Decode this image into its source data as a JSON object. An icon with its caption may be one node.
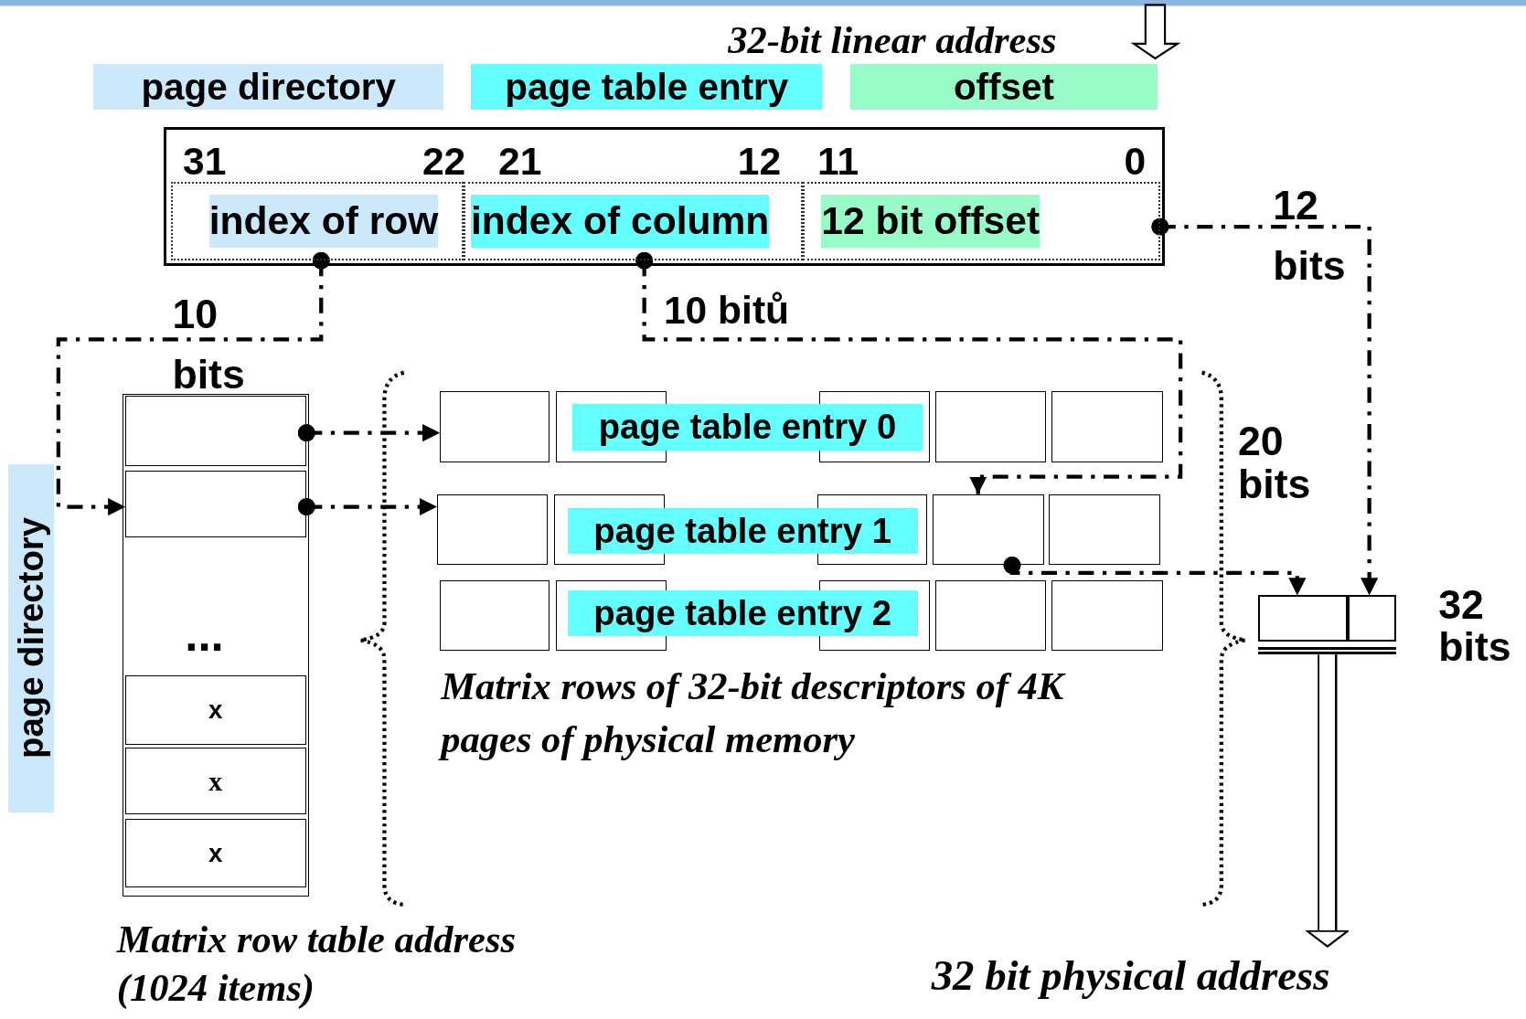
{
  "diagram": {
    "nodes": [
      {
        "text": [
          "page directory"
        ]
      },
      {
        "text": [
          "page table entry"
        ]
      },
      {
        "text": [
          "offset"
        ]
      },
      {
        "text": [],
        "shape": "box"
      },
      {
        "text": [
          "index of row"
        ],
        "in": 3
      },
      {
        "text": [
          "index of column"
        ],
        "in": 3
      },
      {
        "text": [
          "12 bit offset"
        ],
        "in": 3
      },
      {
        "text": [
          "page directory"
        ]
      },
      {
        "text": [],
        "shape": "box"
      },
      {
        "text": [],
        "shape": "box",
        "in": 8
      },
      {
        "text": [],
        "shape": "box",
        "in": 8
      },
      {
        "text": [
          "x"
        ],
        "in": 8
      },
      {
        "text": [
          "x"
        ],
        "in": 8
      },
      {
        "text": [
          "x"
        ],
        "in": 8
      },
      {
        "text": [
          "page table entry 0"
        ]
      },
      {
        "text": [
          "page table entry 1"
        ]
      },
      {
        "text": [
          "page table entry 2"
        ]
      },
      {
        "text": [],
        "shape": "box"
      },
      {
        "text": [],
        "shape": "box"
      },
      {
        "text": [],
        "shape": "box"
      },
      {
        "text": [],
        "shape": "box"
      },
      {
        "text": [],
        "shape": "box"
      },
      {
        "text": [],
        "shape": "box"
      },
      {
        "text": [],
        "shape": "box"
      },
      {
        "text": [],
        "shape": "box"
      },
      {
        "text": [],
        "shape": "box"
      },
      {
        "text": [],
        "shape": "box"
      },
      {
        "text": [],
        "shape": "box"
      },
      {
        "text": [],
        "shape": "box"
      },
      {
        "text": [],
        "shape": "box"
      },
      {
        "text": [],
        "shape": "box"
      },
      {
        "text": [],
        "shape": "box"
      },
      {
        "text": [],
        "shape": "box"
      },
      {
        "text": [],
        "shape": "box",
        "in": 32
      },
      {
        "text": [],
        "shape": "box",
        "in": 32
      },
      {
        "text": [
          "32 bit physical address"
        ]
      }
    ],
    "edges": [
      {
        "from": 4,
        "to": 10,
        "arrow": "to",
        "style": "dashed"
      },
      {
        "from": 9,
        "to": 17,
        "arrow": "to",
        "style": "dashed"
      },
      {
        "from": 10,
        "to": 22,
        "arrow": "to",
        "style": "dashed"
      },
      {
        "from": 5,
        "to": 25,
        "arrow": "to",
        "style": "dashed"
      },
      {
        "from": 25,
        "to": 33,
        "arrow": "to",
        "style": "dashed"
      },
      {
        "from": 6,
        "to": 34,
        "arrow": "to",
        "style": "dashed"
      },
      {
        "from": 32,
        "to": 35,
        "arrow": "to"
      }
    ],
    "labels": [
      "32-bit linear address",
      "31",
      "22",
      "21",
      "12",
      "11",
      "0",
      "12 bits",
      "10 bits",
      "10 bitů",
      "20 bits",
      "...",
      "32 bits",
      "Matrix rows of 32-bit descriptors of 4K pages of physical memory",
      "Matrix row table address (1024 items)"
    ]
  }
}
